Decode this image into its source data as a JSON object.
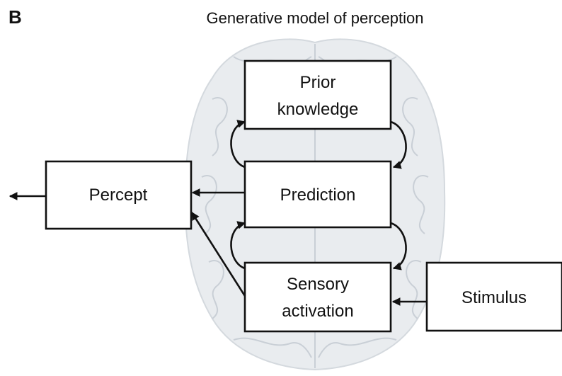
{
  "panel_label": "B",
  "title": "Generative model of perception",
  "boxes": {
    "prior": {
      "line1": "Prior",
      "line2": "knowledge"
    },
    "prediction": {
      "label": "Prediction"
    },
    "sensory": {
      "line1": "Sensory",
      "line2": "activation"
    },
    "percept": {
      "label": "Percept"
    },
    "stimulus": {
      "label": "Stimulus"
    }
  },
  "colors": {
    "ink": "#111111",
    "brain_fill": "#e9ecef",
    "brain_lines": "#c9cfd6"
  }
}
